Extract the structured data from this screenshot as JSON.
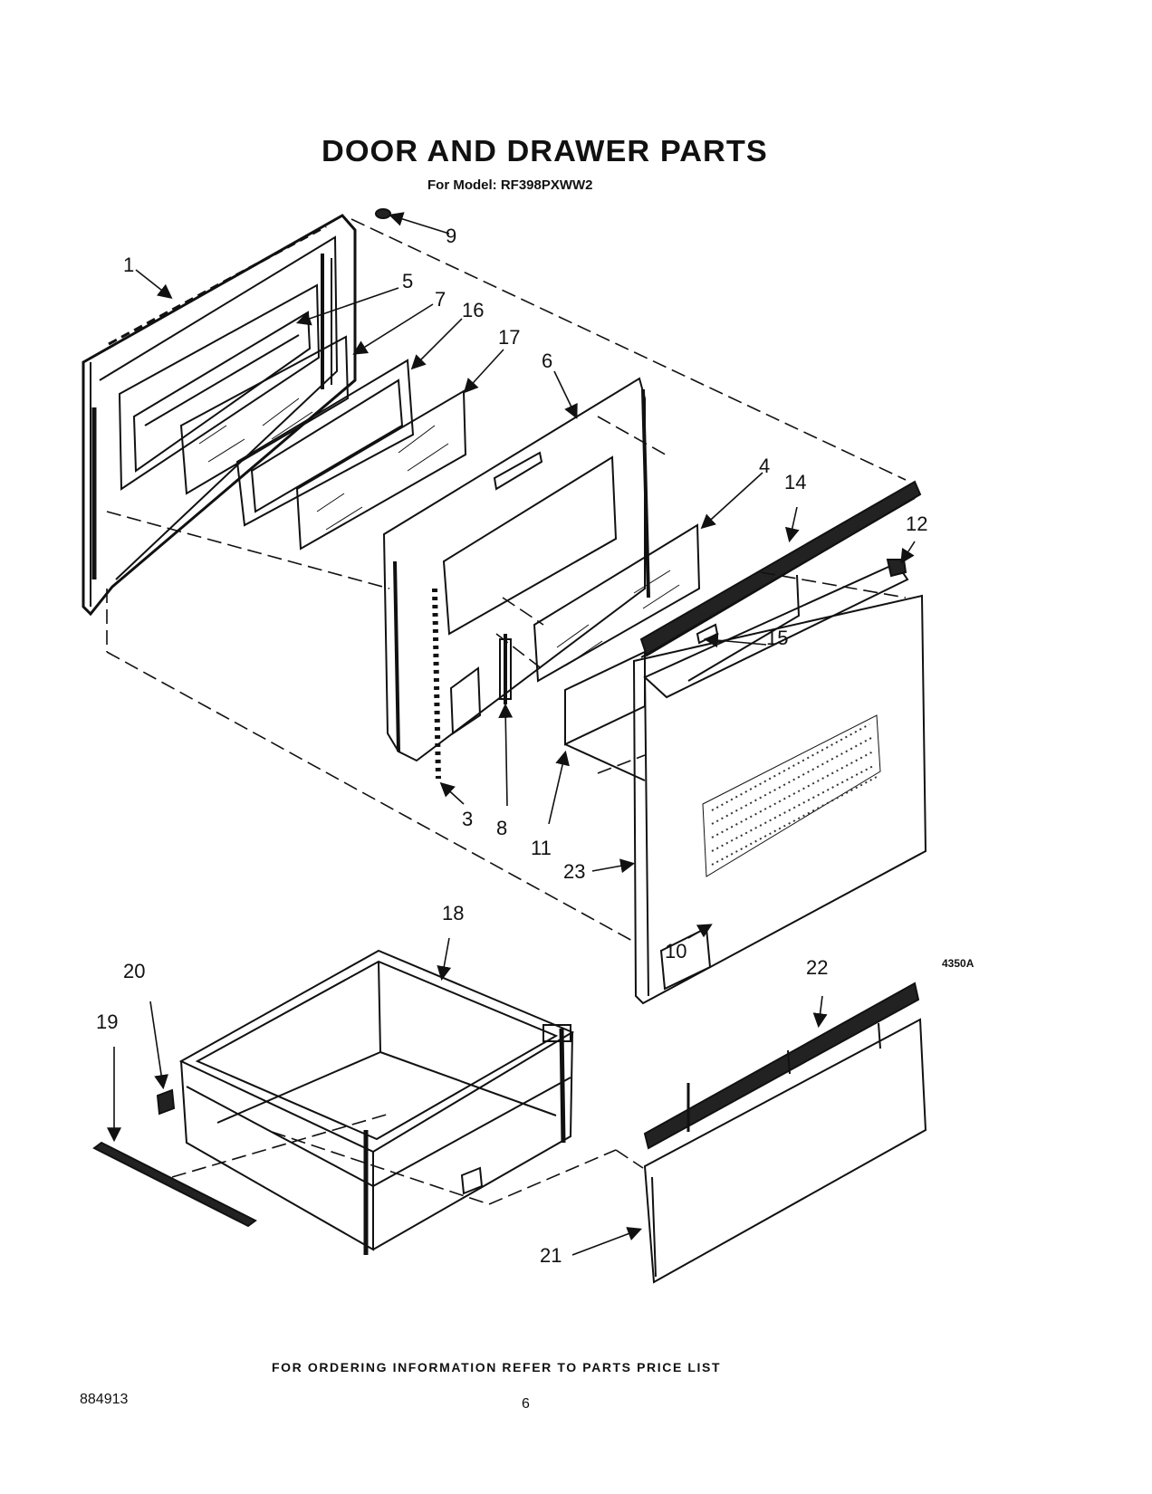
{
  "header": {
    "title": "DOOR AND DRAWER PARTS",
    "subtitle": "For Model: RF398PXWW2"
  },
  "footer": {
    "ordering_note": "FOR ORDERING INFORMATION REFER TO PARTS PRICE LIST",
    "document_number": "884913",
    "page_number": "6",
    "figure_code": "4350A"
  },
  "callouts": [
    "1",
    "3",
    "4",
    "5",
    "6",
    "7",
    "8",
    "9",
    "10",
    "11",
    "12",
    "14",
    "15",
    "16",
    "17",
    "18",
    "19",
    "20",
    "21",
    "22",
    "23"
  ]
}
